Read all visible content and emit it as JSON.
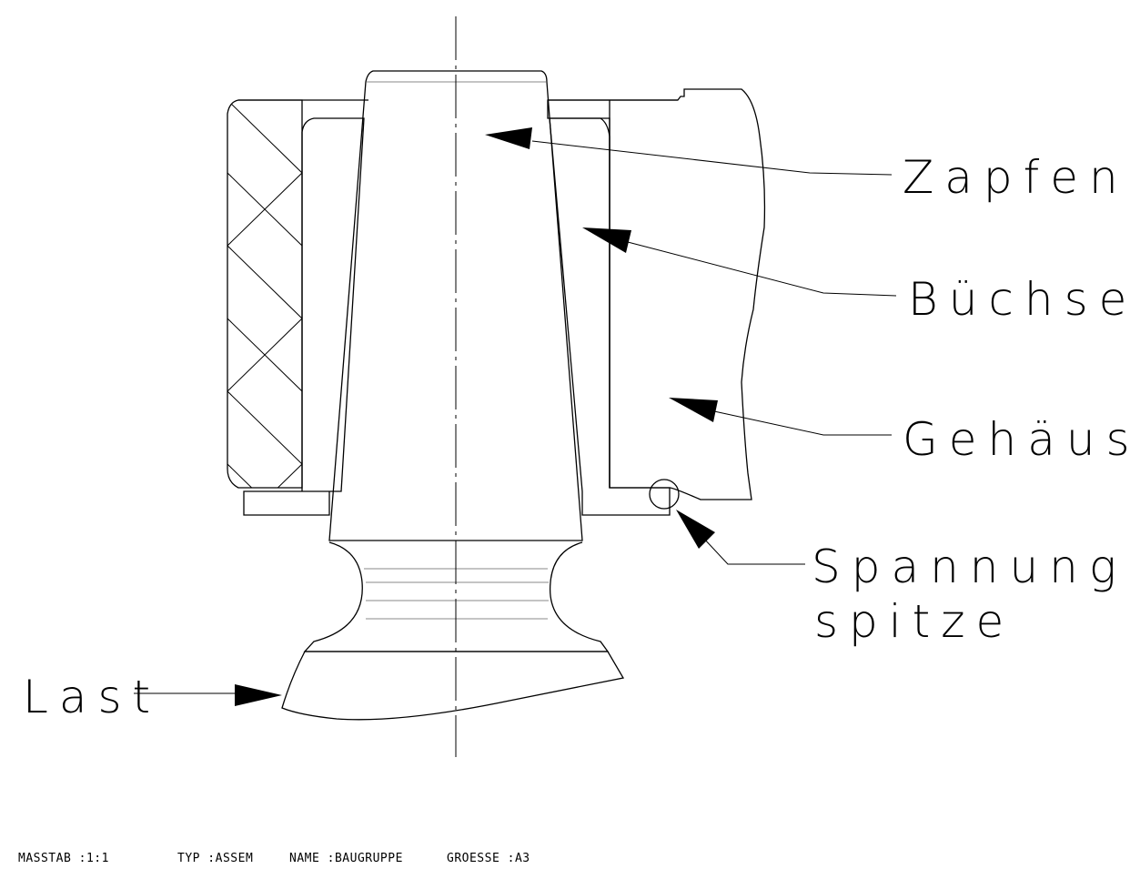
{
  "labels": {
    "zapfen": "Zapfen",
    "buechse": "Büchse",
    "gehaeuse": "Gehäuse",
    "spannungsspitze_line1": "Spannungs-",
    "spannungsspitze_line2": "spitze",
    "last": "Last"
  },
  "footer": {
    "masstab": "MASSTAB :1:1",
    "typ": "TYP :ASSEM",
    "name": "NAME :BAUGRUPPE",
    "groesse": "GROESSE :A3"
  }
}
